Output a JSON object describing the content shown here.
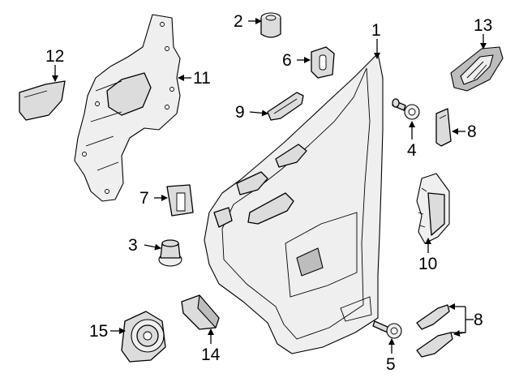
{
  "callouts": [
    {
      "id": "c1",
      "text": "1"
    },
    {
      "id": "c2",
      "text": "2"
    },
    {
      "id": "c3",
      "text": "3"
    },
    {
      "id": "c4",
      "text": "4"
    },
    {
      "id": "c5",
      "text": "5"
    },
    {
      "id": "c6",
      "text": "6"
    },
    {
      "id": "c7",
      "text": "7"
    },
    {
      "id": "c8a",
      "text": "8"
    },
    {
      "id": "c8b",
      "text": "8"
    },
    {
      "id": "c9",
      "text": "9"
    },
    {
      "id": "c10",
      "text": "10"
    },
    {
      "id": "c11",
      "text": "11"
    },
    {
      "id": "c12",
      "text": "12"
    },
    {
      "id": "c13",
      "text": "13"
    },
    {
      "id": "c14",
      "text": "14"
    },
    {
      "id": "c15",
      "text": "15"
    }
  ]
}
